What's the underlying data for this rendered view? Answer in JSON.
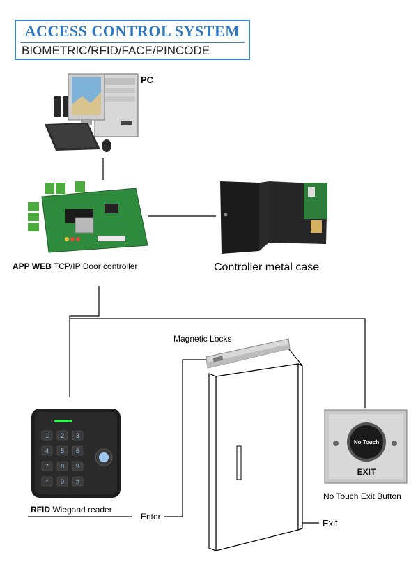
{
  "title": {
    "main": "ACCESS CONTROL SYSTEM",
    "subtitle": "BIOMETRIC/RFID/FACE/PINCODE"
  },
  "colors": {
    "title_blue": "#2f79c2",
    "wire": "#000000",
    "board_green": "#2e8a3c",
    "case_black": "#1b1b1b"
  },
  "nodes": {
    "pc": {
      "label": "PC",
      "icon": "desktop-computer-icon"
    },
    "controller": {
      "label_bold": "APP WEB",
      "label_rest": " TCP/IP Door controller",
      "icon": "circuit-board-icon"
    },
    "metal_case": {
      "label": "Controller metal case",
      "icon": "metal-case-icon"
    },
    "magnetic_lock": {
      "label": "Magnetic Locks",
      "icon": "magnetic-lock-icon"
    },
    "reader": {
      "label_bold": "RFID",
      "label_rest": " Wiegand reader",
      "icon": "keypad-reader-icon"
    },
    "exit_button": {
      "label": "No Touch Exit Button",
      "button_text": "No Touch",
      "plate_text": "EXIT",
      "icon": "exit-button-icon"
    },
    "door": {
      "icon": "door-icon"
    }
  },
  "keypad_keys": [
    "1",
    "2",
    "3",
    "4",
    "5",
    "6",
    "7",
    "8",
    "9",
    "*",
    "0",
    "#"
  ],
  "labels": {
    "enter": "Enter",
    "exit": "Exit"
  }
}
